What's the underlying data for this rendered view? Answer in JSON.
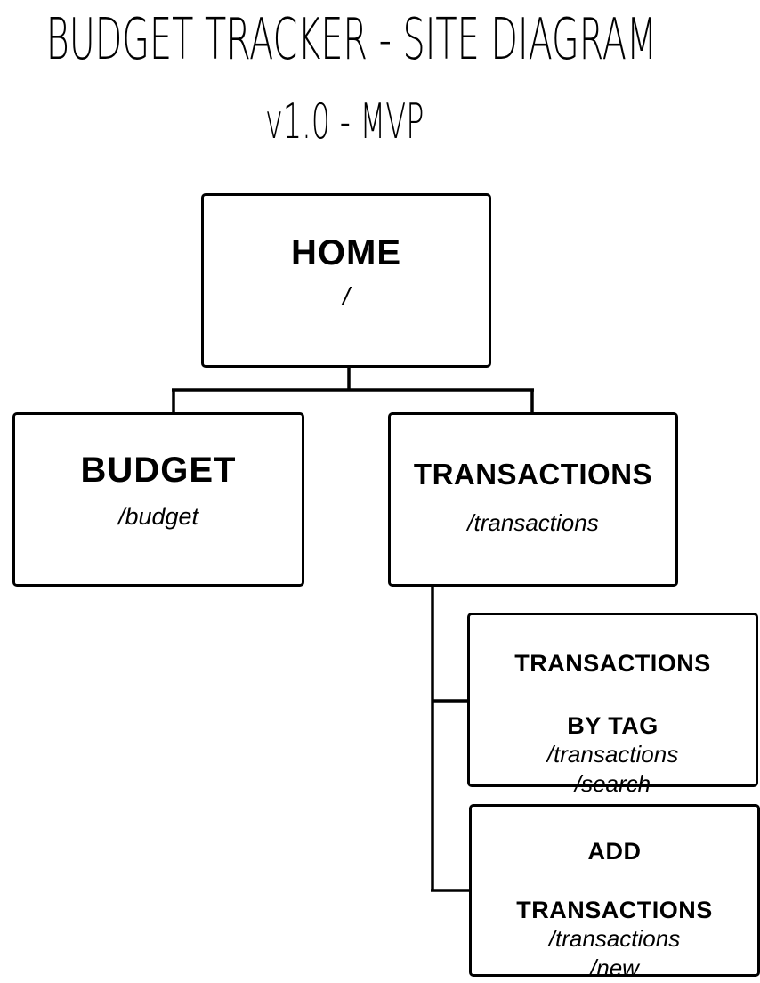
{
  "title": "BUDGET TRACKER - SITE DIAGRAM",
  "subtitle": "v1.0 - MVP",
  "nodes": {
    "home": {
      "name": "HOME",
      "route": "/"
    },
    "budget": {
      "name": "BUDGET",
      "route": "/budget"
    },
    "transactions": {
      "name": "TRANSACTIONS",
      "route": "/transactions"
    },
    "by_tag": {
      "name_line1": "TRANSACTIONS",
      "name_line2": "BY TAG",
      "route_line1": "/transactions",
      "route_line2": "/search"
    },
    "add": {
      "name_line1": "ADD",
      "name_line2": "TRANSACTIONS",
      "route_line1": "/transactions",
      "route_line2": "/new"
    }
  }
}
